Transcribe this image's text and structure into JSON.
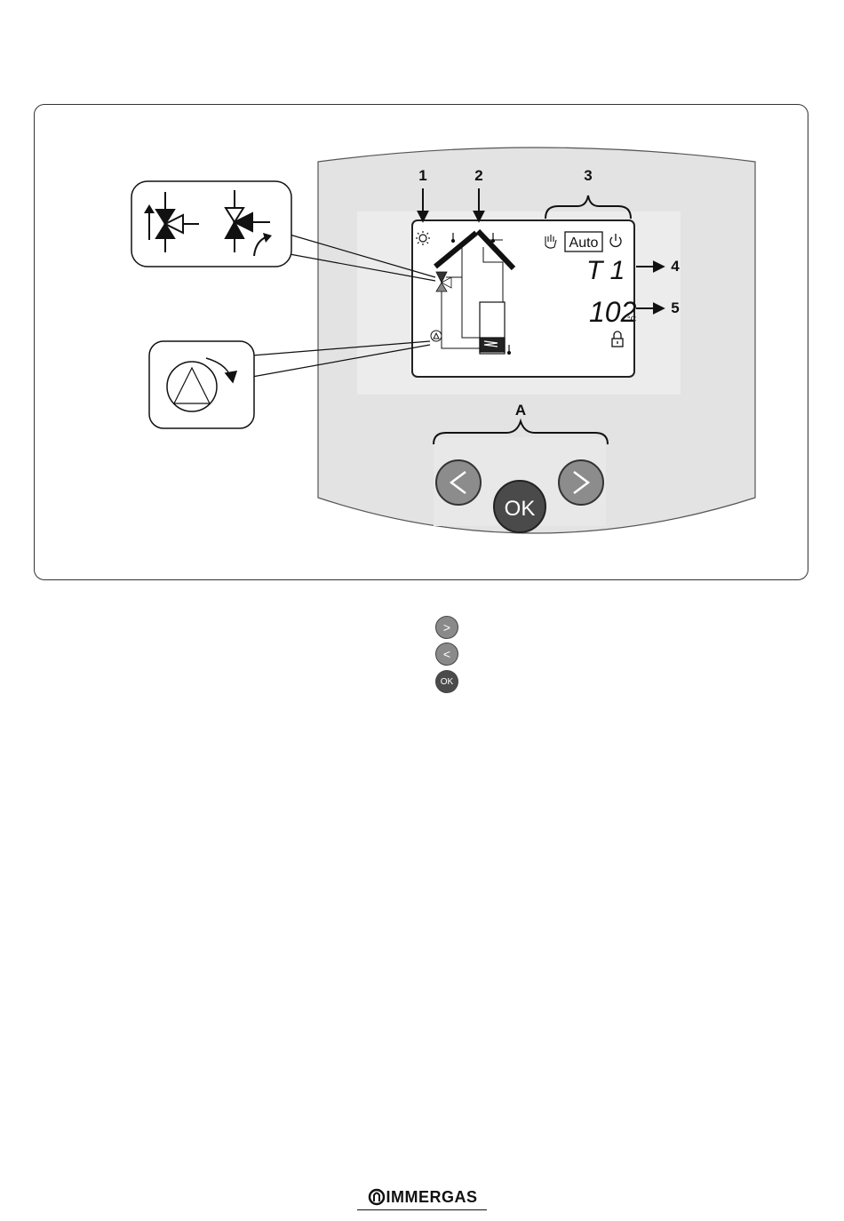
{
  "callouts": {
    "c1": "1",
    "c2": "2",
    "c3": "3",
    "c4": "4",
    "c5": "5",
    "cA": "A"
  },
  "lcd": {
    "mode_auto": "Auto",
    "parameter": "T 1",
    "value": "102",
    "unit": "°C"
  },
  "buttons": {
    "left": "<",
    "right": ">",
    "ok": "OK"
  },
  "legend_keys": {
    "right": ">",
    "left": "<",
    "ok": "OK"
  },
  "brand": {
    "logo": "IMMERGAS"
  },
  "colors": {
    "panel": "#e3e3e3",
    "panel_inner": "#ececec",
    "lcd_bg": "#ffffff",
    "nav_button": "#8c8c8c",
    "ok_button": "#4a4a4a"
  },
  "icons": [
    "sun-icon",
    "thermometer-icon",
    "hand-icon",
    "power-icon",
    "lock-icon",
    "pump-icon",
    "three-way-valve-icon",
    "arrow-icon"
  ]
}
